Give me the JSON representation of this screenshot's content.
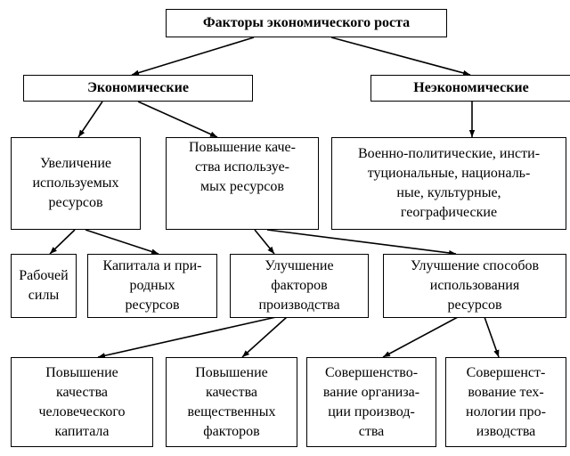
{
  "nodes": {
    "root": [
      "Факторы экономического роста"
    ],
    "economic": [
      "Экономические"
    ],
    "noneconomic": [
      "Неэкономические"
    ],
    "increase": [
      "Увеличение",
      "используемых",
      "ресурсов"
    ],
    "quality": [
      "Повышение каче-",
      "ства используе-",
      "мых ресурсов"
    ],
    "other": [
      "Военно-политические, инсти-",
      "туциональные, националь-",
      "ные, культурные,",
      "географические"
    ],
    "labor": [
      "Рабочей",
      "силы"
    ],
    "capital": [
      "Капитала и при-",
      "родных",
      "ресурсов"
    ],
    "factors": [
      "Улучшение",
      "факторов",
      "производства"
    ],
    "methods": [
      "Улучшение способов",
      "использования",
      "ресурсов"
    ],
    "human": [
      "Повышение",
      "качества",
      "человеческого",
      "капитала"
    ],
    "material": [
      "Повышение",
      "качества",
      "вещественных",
      "факторов"
    ],
    "organization": [
      "Совершенство-",
      "вание организа-",
      "ции производ-",
      "ства"
    ],
    "technology": [
      "Совершенст-",
      "вование тех-",
      "нологии про-",
      "изводства"
    ]
  }
}
